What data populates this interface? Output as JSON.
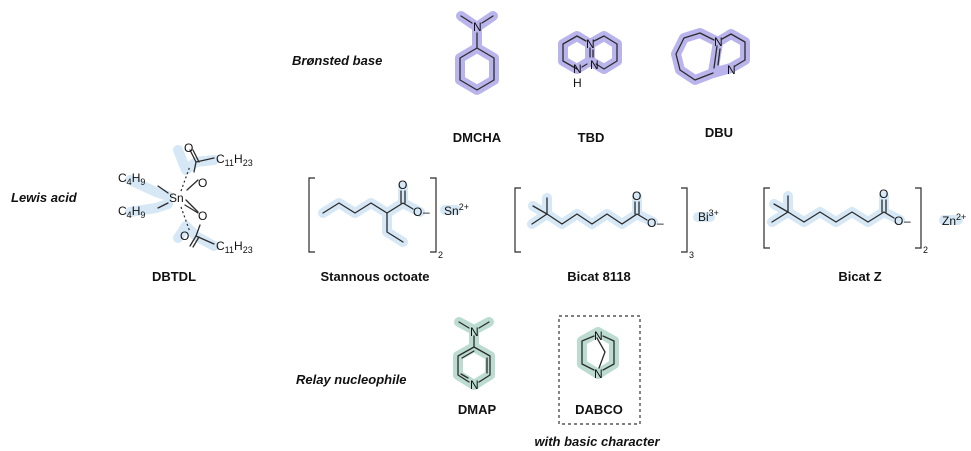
{
  "colors": {
    "bronsted_highlight": "#b9b4ec",
    "lewis_highlight": "#d6e8f5",
    "relay_highlight": "#bcdcd2"
  },
  "categories": {
    "bronsted": "Brønsted base",
    "lewis": "Lewis acid",
    "relay": "Relay nucleophile"
  },
  "bronsted_bases": {
    "dmcha": {
      "name": "DMCHA",
      "atoms": {
        "n": "N"
      }
    },
    "tbd": {
      "name": "TBD",
      "atoms": {
        "n1": "N",
        "n2": "N",
        "nh": "N",
        "h": "H"
      }
    },
    "dbu": {
      "name": "DBU",
      "atoms": {
        "n1": "N",
        "n2": "N"
      }
    }
  },
  "lewis_acids": {
    "dbtdl": {
      "name": "DBTDL",
      "atoms": {
        "sn": "Sn",
        "butyl_top": {
          "c": "C",
          "c_sub": "4",
          "h": "H",
          "h_sub": "9"
        },
        "butyl_bottom": {
          "c": "C",
          "c_sub": "4",
          "h": "H",
          "h_sub": "9"
        },
        "acyl_top": {
          "c": "C",
          "c_sub": "11",
          "h": "H",
          "h_sub": "23"
        },
        "acyl_bottom": {
          "c": "C",
          "c_sub": "11",
          "h": "H",
          "h_sub": "23"
        },
        "o": "O"
      }
    },
    "stannous_octoate": {
      "name": "Stannous octoate",
      "atoms": {
        "o_carbonyl": "O",
        "o_minus": "O",
        "minus": "–",
        "metal": "Sn",
        "charge": "2+",
        "stoich": "2"
      }
    },
    "bicat_8118": {
      "name": "Bicat 8118",
      "atoms": {
        "o_carbonyl": "O",
        "o_minus": "O",
        "minus": "–",
        "metal": "Bi",
        "charge": "3+",
        "stoich": "3"
      }
    },
    "bicat_z": {
      "name": "Bicat Z",
      "atoms": {
        "o_carbonyl": "O",
        "o_minus": "O",
        "minus": "–",
        "metal": "Zn",
        "charge": "2+",
        "stoich": "2"
      }
    }
  },
  "relay_nucleophiles": {
    "dmap": {
      "name": "DMAP",
      "atoms": {
        "n_amine": "N",
        "n_ring": "N"
      }
    },
    "dabco": {
      "name": "DABCO",
      "atoms": {
        "n_top": "N",
        "n_bottom": "N"
      }
    },
    "dabco_note": "with basic character"
  }
}
